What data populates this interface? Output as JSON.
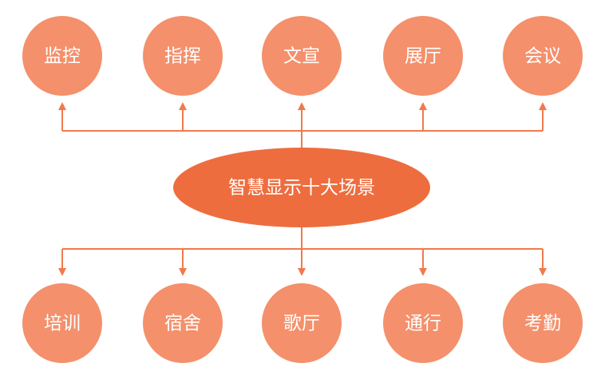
{
  "colors": {
    "node_fill": "#F4906B",
    "center_fill": "#EE6D3E",
    "connector": "#F07A4C",
    "label": "#FFFFFF"
  },
  "center": {
    "label": "智慧显示十大场景"
  },
  "top_scenes": [
    {
      "label": "监控"
    },
    {
      "label": "指挥"
    },
    {
      "label": "文宣"
    },
    {
      "label": "展厅"
    },
    {
      "label": "会议"
    }
  ],
  "bottom_scenes": [
    {
      "label": "培训"
    },
    {
      "label": "宿舍"
    },
    {
      "label": "歌厅"
    },
    {
      "label": "通行"
    },
    {
      "label": "考勤"
    }
  ]
}
